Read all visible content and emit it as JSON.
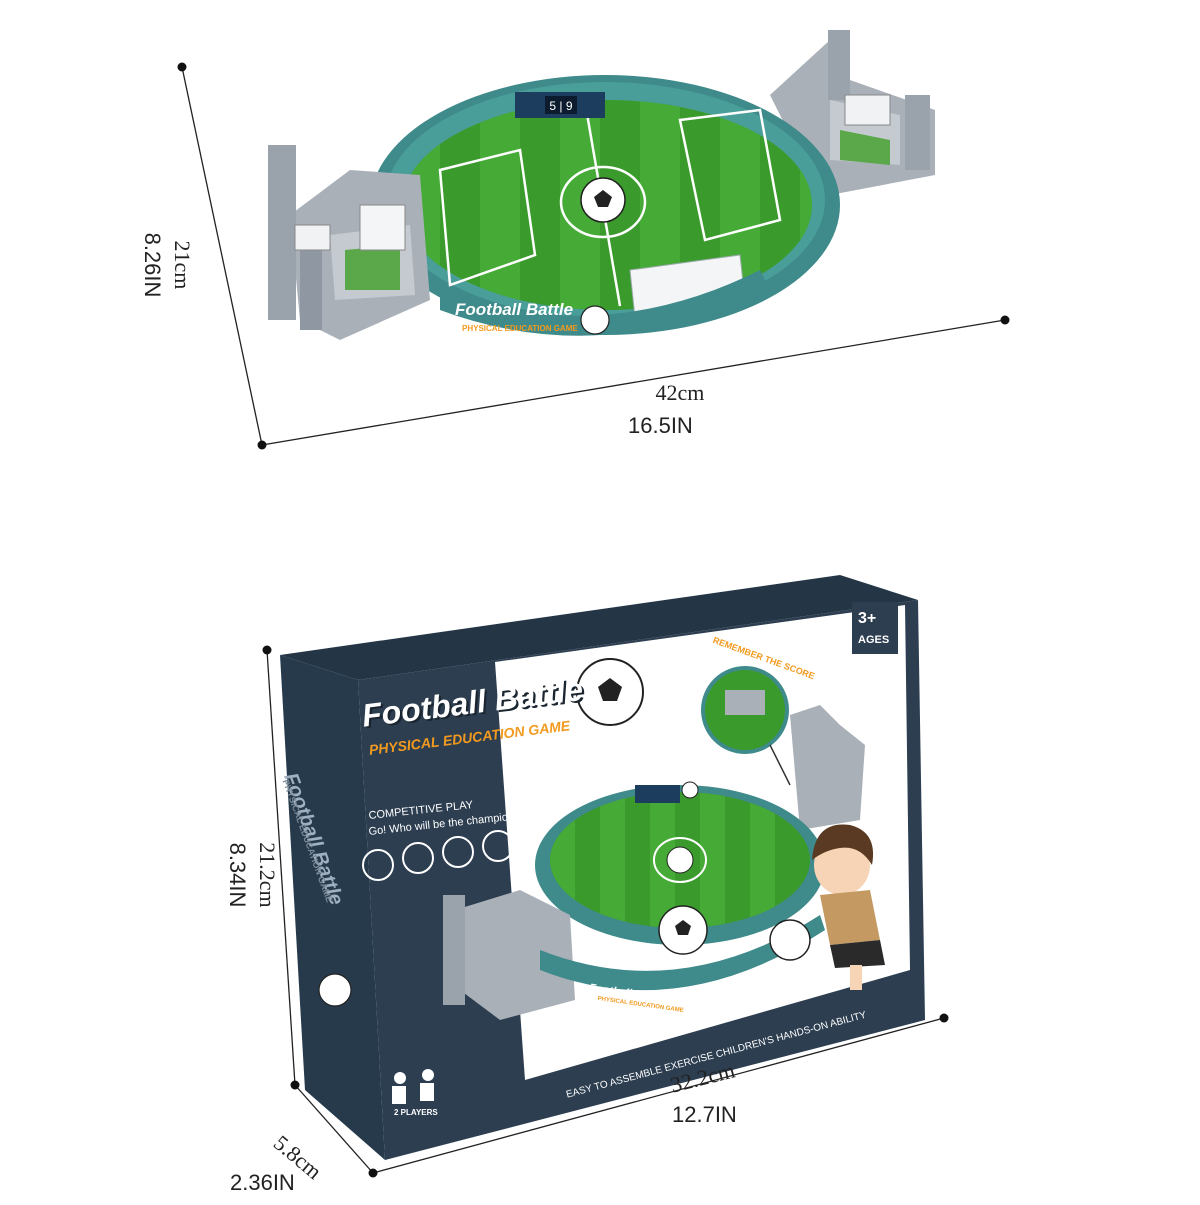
{
  "top_product": {
    "width_cm": "42cm",
    "width_in": "16.5IN",
    "depth_cm": "21cm",
    "depth_in": "8.26IN",
    "scoreboard": "5 | 9",
    "logo_text": "Football Battle",
    "logo_sub": "PHYSICAL EDUCATION GAME"
  },
  "box": {
    "brand_title": "Football Battle",
    "brand_sub": "PHYSICAL EDUCATION GAME",
    "tagline_1": "COMPETITIVE PLAY",
    "tagline_2": "Go! Who will be the champion?",
    "age_number": "3+",
    "age_label": "AGES",
    "remember": "REMEMBER THE SCORE",
    "bottom_text": "EASY TO ASSEMBLE EXERCISE CHILDREN'S HANDS-ON ABILITY",
    "players": "2 PLAYERS",
    "side_title": "Football Battle",
    "side_sub": "PHYSICAL EDUCATION GAME",
    "field_logo": "Football Battle",
    "field_logo_sub": "PHYSICAL EDUCATION GAME",
    "width_cm": "32.2cm",
    "width_in": "12.7IN",
    "height_cm": "21.2cm",
    "height_in": "8.34IN",
    "depth_cm": "5.8cm",
    "depth_in": "2.36IN"
  },
  "colors": {
    "box_navy": "#2c3e50",
    "field_green": "#3b9a2c",
    "field_light": "#4cb53a",
    "rim_teal": "#3f8a8a",
    "stand_gray": "#a9b0b8",
    "accent_orange": "#f29a1f"
  }
}
